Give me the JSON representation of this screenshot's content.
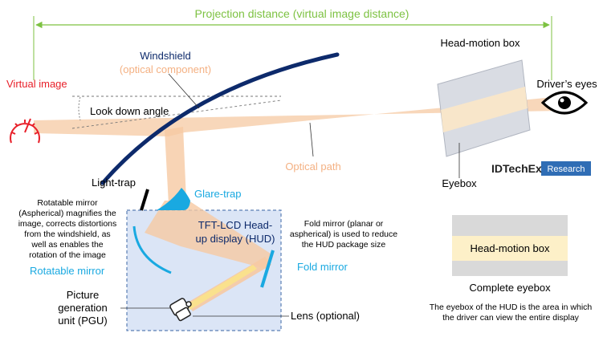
{
  "labels": {
    "projection_distance": "Projection distance (virtual image distance)",
    "windshield": "Windshield",
    "windshield_sub": "(optical component)",
    "virtual_image": "Virtual  image",
    "look_down_angle": "Look down angle",
    "head_motion_box": "Head-motion box",
    "drivers_eyes": "Driver’s eyes",
    "optical_path": "Optical path",
    "eyebox": "Eyebox",
    "light_trap": "Light-trap",
    "glare_trap": "Glare-trap",
    "hud_line1": "TFT-LCD Head-",
    "hud_line2": "up display (HUD)",
    "fold_note_line1": "Fold mirror (planar or",
    "fold_note_line2": "aspherical) is used to reduce",
    "fold_note_line3": "the HUD package size",
    "fold_mirror": "Fold mirror",
    "rot_note_line1": "Rotatable mirror",
    "rot_note_line2": "(Aspherical) magnifies the",
    "rot_note_line3": "image, corrects distortions",
    "rot_note_line4": "from the windshield, as",
    "rot_note_line5": "well as enables the",
    "rot_note_line6": "rotation of the image",
    "rotatable_mirror": "Rotatable mirror",
    "pgu_line1": "Picture",
    "pgu_line2": "generation",
    "pgu_line3": "unit (PGU)",
    "lens": "Lens (optional)",
    "hmb_box": "Head-motion box",
    "complete_eyebox": "Complete eyebox",
    "eyebox_note_line1": "The eyebox of the HUD is the area in which",
    "eyebox_note_line2": "the driver can view the entire display"
  },
  "logo": {
    "name": "IDTechEx",
    "tag": "Research"
  },
  "icons": {
    "speedometer": "speedometer-icon",
    "eye": "eye-icon",
    "pgu": "projector-icon"
  },
  "colors": {
    "green": "#7dc242",
    "red": "#e8202a",
    "navy": "#0d2a6b",
    "beam": "#f6c9a3",
    "cyan": "#19a9e1",
    "hud_fill": "#dbe5f6",
    "orange_text": "#f4b183",
    "logo_blue": "#2f6db5"
  }
}
